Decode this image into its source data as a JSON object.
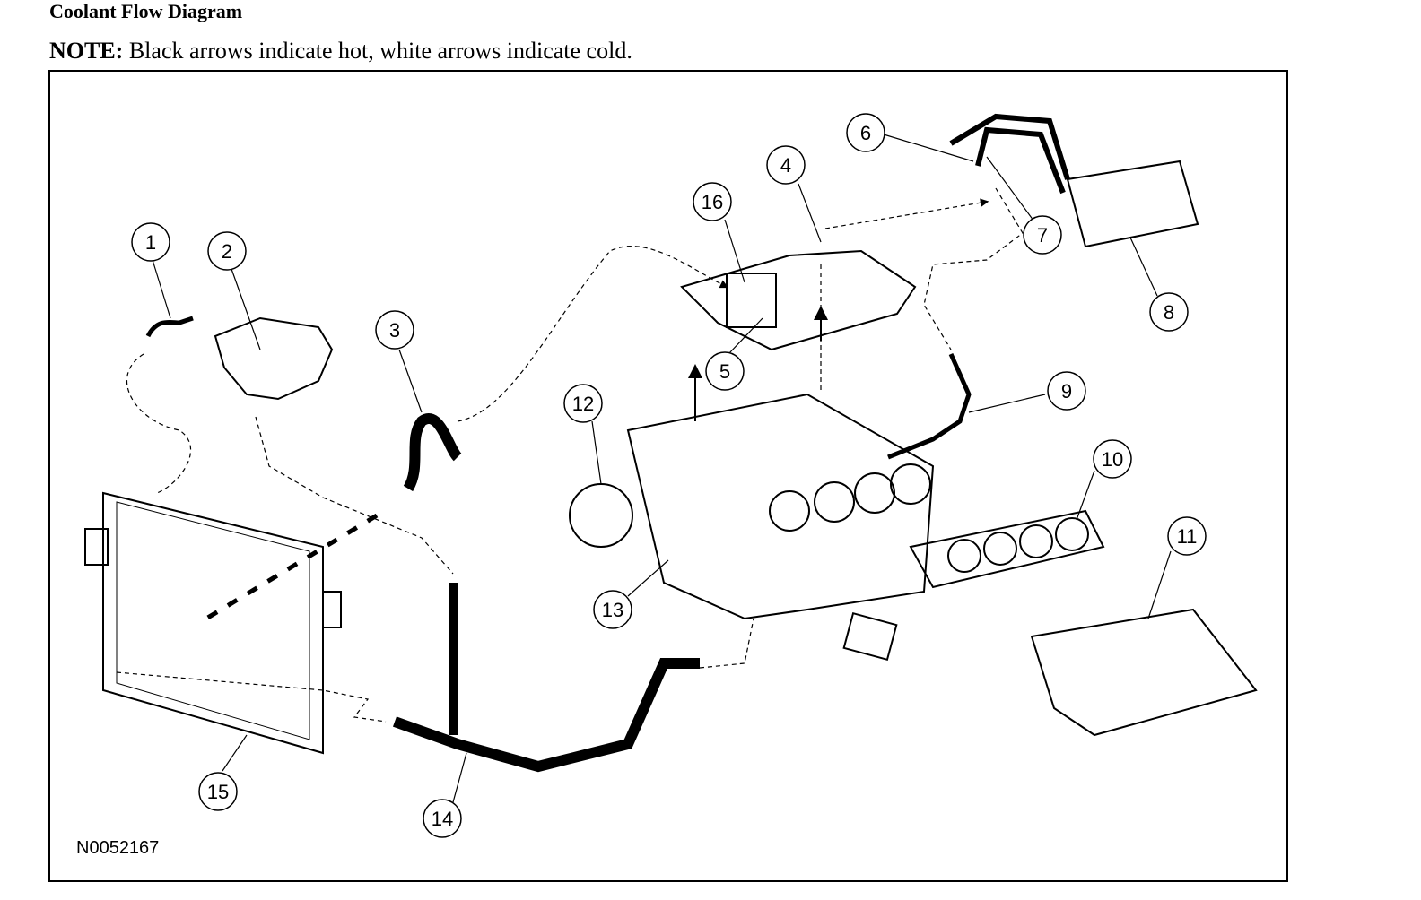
{
  "title": "Coolant Flow Diagram",
  "note": {
    "label": "NOTE:",
    "text": "Black arrows indicate hot, white arrows indicate cold."
  },
  "figure_id": "N0052167",
  "callouts": [
    "1",
    "2",
    "3",
    "4",
    "5",
    "6",
    "7",
    "8",
    "9",
    "10",
    "11",
    "12",
    "13",
    "14",
    "15",
    "16"
  ]
}
